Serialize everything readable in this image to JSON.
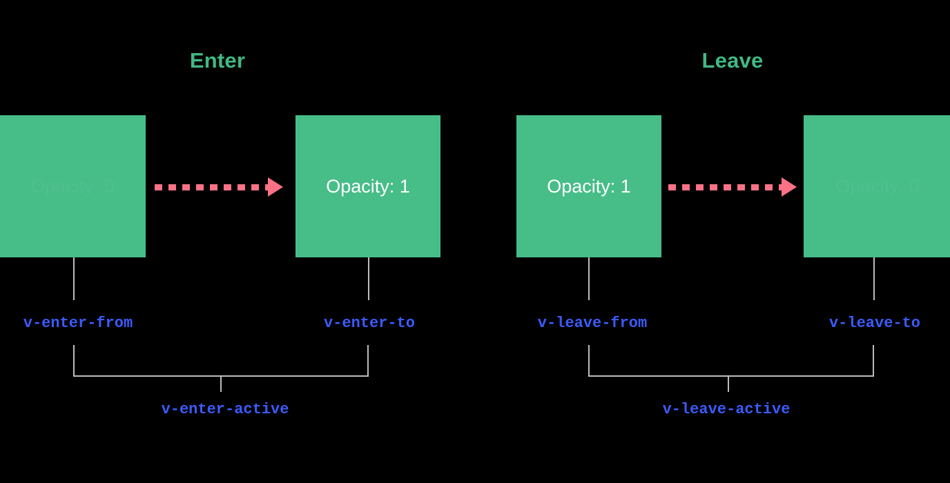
{
  "theme": {
    "background": "#000000",
    "box_green": "#47bd88",
    "heading_green": "#42b883",
    "arrow_coral": "#fb7185",
    "label_blue": "#3b5bfd",
    "connector_gray": "#bdbdbd",
    "box_text_white": "#ffffff"
  },
  "sections": [
    {
      "id": "enter",
      "title": "Enter"
    },
    {
      "id": "leave",
      "title": "Leave"
    }
  ],
  "boxes": [
    {
      "id": "enter-from",
      "text": "Opacity: 0",
      "state": "faded"
    },
    {
      "id": "enter-to",
      "text": "Opacity: 1",
      "state": "visible"
    },
    {
      "id": "leave-from",
      "text": "Opacity: 1",
      "state": "visible"
    },
    {
      "id": "leave-to",
      "text": "Opacity: 0",
      "state": "faded"
    }
  ],
  "arrows": [
    {
      "id": "enter-arrow",
      "style": "dashed",
      "direction": "right"
    },
    {
      "id": "leave-arrow",
      "style": "dashed",
      "direction": "right"
    }
  ],
  "class_labels": [
    {
      "id": "v-enter-from",
      "text": "v-enter-from"
    },
    {
      "id": "v-enter-to",
      "text": "v-enter-to"
    },
    {
      "id": "v-leave-from",
      "text": "v-leave-from"
    },
    {
      "id": "v-leave-to",
      "text": "v-leave-to"
    }
  ],
  "active_labels": [
    {
      "id": "v-enter-active",
      "text": "v-enter-active"
    },
    {
      "id": "v-leave-active",
      "text": "v-leave-active"
    }
  ]
}
